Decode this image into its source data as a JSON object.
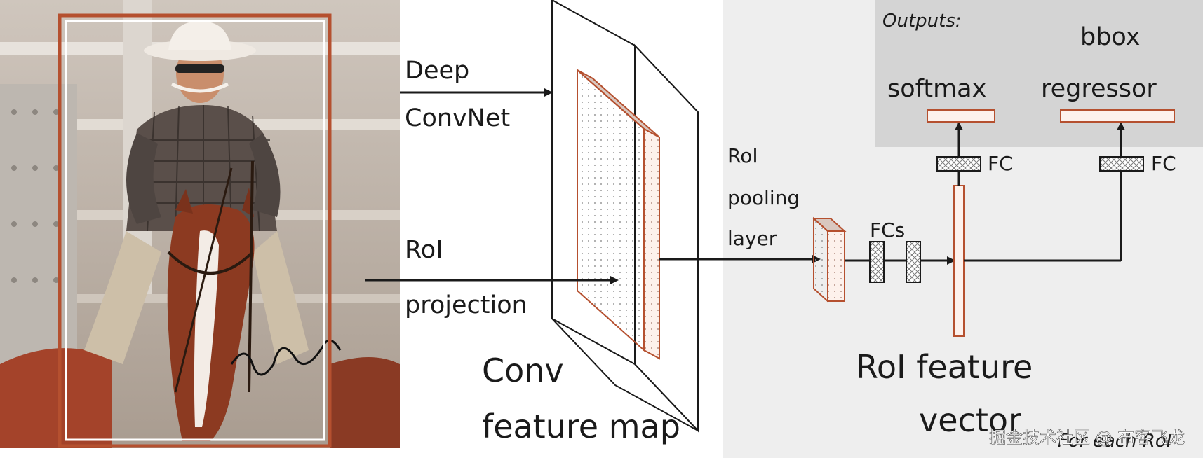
{
  "photo": {
    "description_icon": "cowboy-on-horse-photo"
  },
  "labels": {
    "deep": "Deep",
    "convnet": "ConvNet",
    "roi_proj_1": "RoI",
    "roi_proj_2": "projection",
    "conv_fmap_1": "Conv",
    "conv_fmap_2": "feature map",
    "roi_pool_1": "RoI",
    "roi_pool_2": "pooling",
    "roi_pool_3": "layer",
    "fcs": "FCs",
    "fc_left": "FC",
    "fc_right": "FC",
    "roi_feat_1": "RoI feature",
    "roi_feat_2": "vector",
    "outputs": "Outputs:",
    "softmax": "softmax",
    "bbox_1": "bbox",
    "bbox_2": "regressor",
    "for_each_roi": "For each RoI"
  },
  "watermark": "掘金技术社区 @ 布客飞龙",
  "colors": {
    "roi_red": "#b5502f",
    "panel_gray": "#eeeeee",
    "outputs_gray": "#d4d4d4",
    "arrow": "#1a1a1a"
  }
}
